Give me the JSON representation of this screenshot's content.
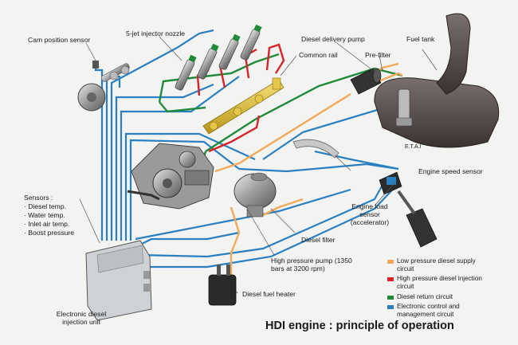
{
  "labels": {
    "cam_position_sensor": "Cam position sensor",
    "injector_nozzle": "5-jet injector nozzle",
    "diesel_delivery_pump": "Diesel delivery pump",
    "fuel_tank": "Fuel tank",
    "common_rail": "Common rail",
    "pre_filter": "Pre-filter",
    "etai": "E.T.A.I",
    "engine_speed_sensor": "Engine speed sensor",
    "engine_load_sensor": "Engine load sensor (accelerator)",
    "diesel_filter": "Diesel filter",
    "high_pressure_pump": "High pressure pump (1350 bars at 3200 rpm)",
    "diesel_fuel_heater": "Diesel fuel heater",
    "ecu": "Electronic diesel injection unit"
  },
  "sensors": {
    "heading": "Sensors :",
    "items": [
      "· Diesel temp.",
      "· Water temp.",
      "· Inlet air temp.",
      "· Boost pressure"
    ]
  },
  "legend": [
    {
      "label": "Low pressure diesel supply circuit",
      "color": "#f2a95a"
    },
    {
      "label": "High pressure diesel injection circuit",
      "color": "#d8232a"
    },
    {
      "label": "Diesel return circuit",
      "color": "#1e8a3a"
    },
    {
      "label": "Electronic control and management circuit",
      "color": "#2a7fc0"
    }
  ],
  "title": "HDI engine : principle of operation"
}
